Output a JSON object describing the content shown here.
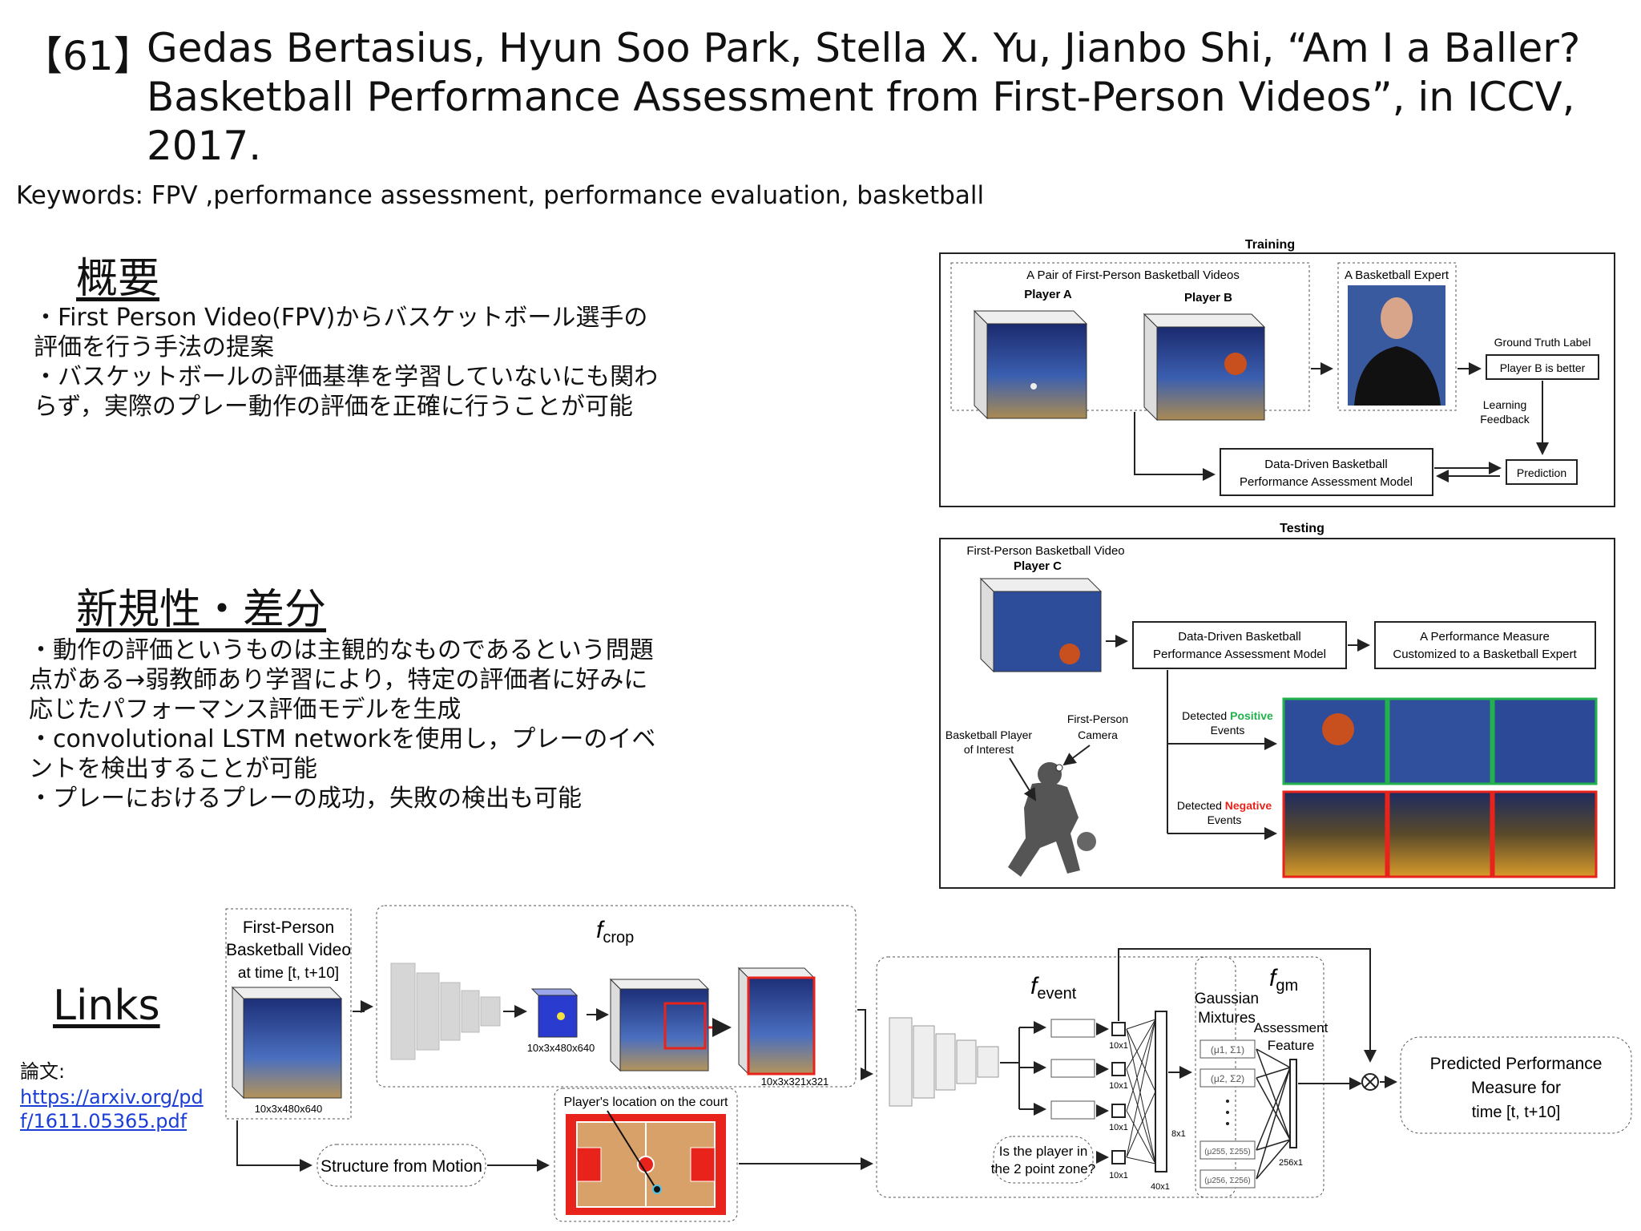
{
  "header": {
    "ref_number": "【61】",
    "title": "Gedas Bertasius, Hyun Soo Park, Stella X. Yu, Jianbo Shi, “Am I a Baller? Basketball Performance Assessment from First-Person Videos”, in ICCV, 2017.",
    "keywords": "Keywords: FPV ,performance assessment, performance evaluation, basketball"
  },
  "sections": {
    "overview_heading": "概要",
    "overview_lines": [
      "・First Person Video(FPV)からバスケットボール選手の",
      "評価を行う手法の提案",
      "・バスケットボールの評価基準を学習していないにも関わ",
      "らず，実際のプレー動作の評価を正確に行うことが可能"
    ],
    "novelty_heading": "新規性・差分",
    "novelty_lines": [
      "・動作の評価というものは主観的なものであるという問題",
      "点がある→弱教師あり学習により，特定の評価者に好みに",
      "応じたパフォーマンス評価モデルを生成",
      "・convolutional LSTM networkを使用し，プレーのイベ",
      "ントを検出することが可能",
      "・プレーにおけるプレーの成功，失敗の検出も可能"
    ],
    "links_heading": "Links",
    "paper_label": "論文:",
    "paper_url": "https://arxiv.org/pdf/1611.05365.pdf"
  },
  "figure_training": {
    "title": "Training",
    "pair_label": "A Pair of First-Person Basketball Videos",
    "player_a": "Player A",
    "player_b": "Player B",
    "expert_label": "A Basketball Expert",
    "gt_label": "Ground Truth Label",
    "gt_value": "Player B is better",
    "learning_feedback_1": "Learning",
    "learning_feedback_2": "Feedback",
    "model_1": "Data-Driven Basketball",
    "model_2": "Performance Assessment Model",
    "prediction": "Prediction"
  },
  "figure_testing": {
    "title": "Testing",
    "video_label": "First-Person Basketball Video",
    "player_c": "Player C",
    "model_1": "Data-Driven Basketball",
    "model_2": "Performance Assessment Model",
    "measure_1": "A Performance Measure",
    "measure_2": "Customized to a Basketball Expert",
    "pos_pre": "Detected ",
    "pos_word": "Positive",
    "neg_pre": "Detected ",
    "neg_word": "Negative",
    "events": "Events",
    "player_interest_1": "Basketball Player",
    "player_interest_2": "of Interest",
    "fp_camera_1": "First-Person",
    "fp_camera_2": "Camera",
    "positive_color": "#22b14c",
    "negative_color": "#e8231b"
  },
  "figure_pipeline": {
    "input_1": "First-Person",
    "input_2": "Basketball Video",
    "input_3": "at time [t, t+10]",
    "dim_input": "10x3x480x640",
    "f_crop": "f",
    "f_crop_sub": "crop",
    "dim_crop_mid": "10x3x480x640",
    "dim_crop_out": "10x3x321x321",
    "sfm": "Structure from Motion",
    "court_label": "Player's location on the court",
    "f_event": "f",
    "f_event_sub": "event",
    "dim_10x1": "10x1",
    "zone_q1": "Is the player in",
    "zone_q2": "the 2 point zone?",
    "dim_8x1": "8x1",
    "dim_40x1": "40x1",
    "f_gm": "f",
    "f_gm_sub": "gm",
    "gaussian_1": "Gaussian",
    "gaussian_2": "Mixtures",
    "assess_1": "Assessment",
    "assess_2": "Feature",
    "mix_1": "(μ1, Σ1)",
    "mix_2": "(μ2, Σ2)",
    "mix_3": "(μ255, Σ255)",
    "mix_4": "(μ256, Σ256)",
    "dim_256x1": "256x1",
    "pred_1": "Predicted Performance",
    "pred_2": "Measure for",
    "pred_3": "time [t, t+10]"
  }
}
